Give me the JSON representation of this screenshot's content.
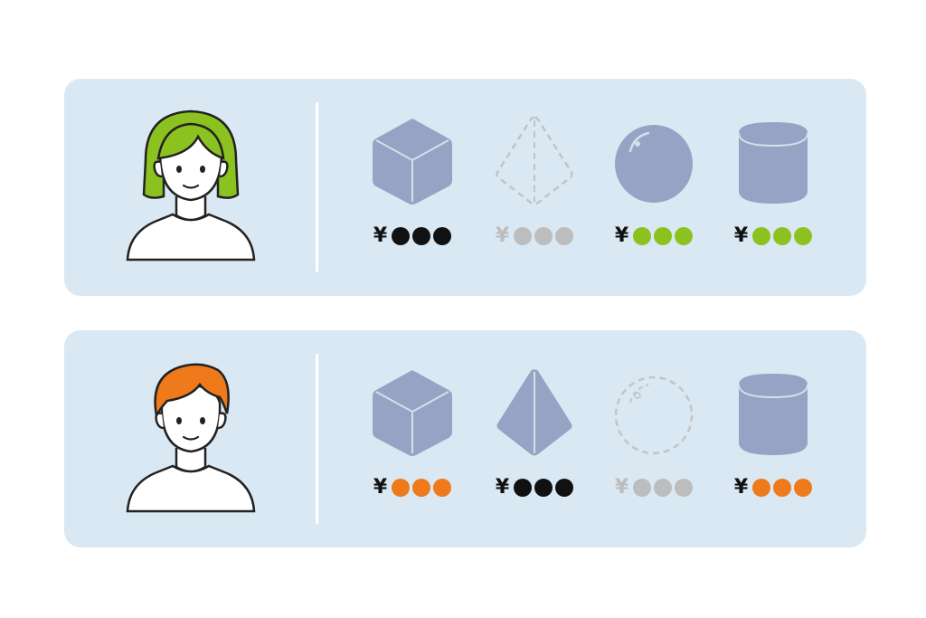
{
  "colors": {
    "card_bg": "#d9e8f3",
    "shape_fill": "#96a3c4",
    "shape_highlight": "#d7deea",
    "dashed_outline": "#c4c4c4",
    "black": "#111111",
    "gray": "#bdbdbd",
    "green": "#8cc21f",
    "orange": "#ee7a1b"
  },
  "rows": [
    {
      "person": {
        "icon": "woman-avatar-icon",
        "hair_color": "#8cc21f"
      },
      "items": [
        {
          "shape": "cube-icon",
          "available": true,
          "yen": "¥",
          "dot_color": "#111111",
          "yen_color": "#111111",
          "dot_count": 3
        },
        {
          "shape": "pyramid-outline-icon",
          "available": false,
          "yen": "¥",
          "dot_color": "#bdbdbd",
          "yen_color": "#bdbdbd",
          "dot_count": 3
        },
        {
          "shape": "sphere-icon",
          "available": true,
          "yen": "¥",
          "dot_color": "#8cc21f",
          "yen_color": "#111111",
          "dot_count": 3
        },
        {
          "shape": "cylinder-icon",
          "available": true,
          "yen": "¥",
          "dot_color": "#8cc21f",
          "yen_color": "#111111",
          "dot_count": 3
        }
      ]
    },
    {
      "person": {
        "icon": "man-avatar-icon",
        "hair_color": "#ee7a1b"
      },
      "items": [
        {
          "shape": "cube-icon",
          "available": true,
          "yen": "¥",
          "dot_color": "#ee7a1b",
          "yen_color": "#111111",
          "dot_count": 3
        },
        {
          "shape": "pyramid-icon",
          "available": true,
          "yen": "¥",
          "dot_color": "#111111",
          "yen_color": "#111111",
          "dot_count": 3
        },
        {
          "shape": "sphere-outline-icon",
          "available": false,
          "yen": "¥",
          "dot_color": "#bdbdbd",
          "yen_color": "#bdbdbd",
          "dot_count": 3
        },
        {
          "shape": "cylinder-icon",
          "available": true,
          "yen": "¥",
          "dot_color": "#ee7a1b",
          "yen_color": "#111111",
          "dot_count": 3
        }
      ]
    }
  ]
}
